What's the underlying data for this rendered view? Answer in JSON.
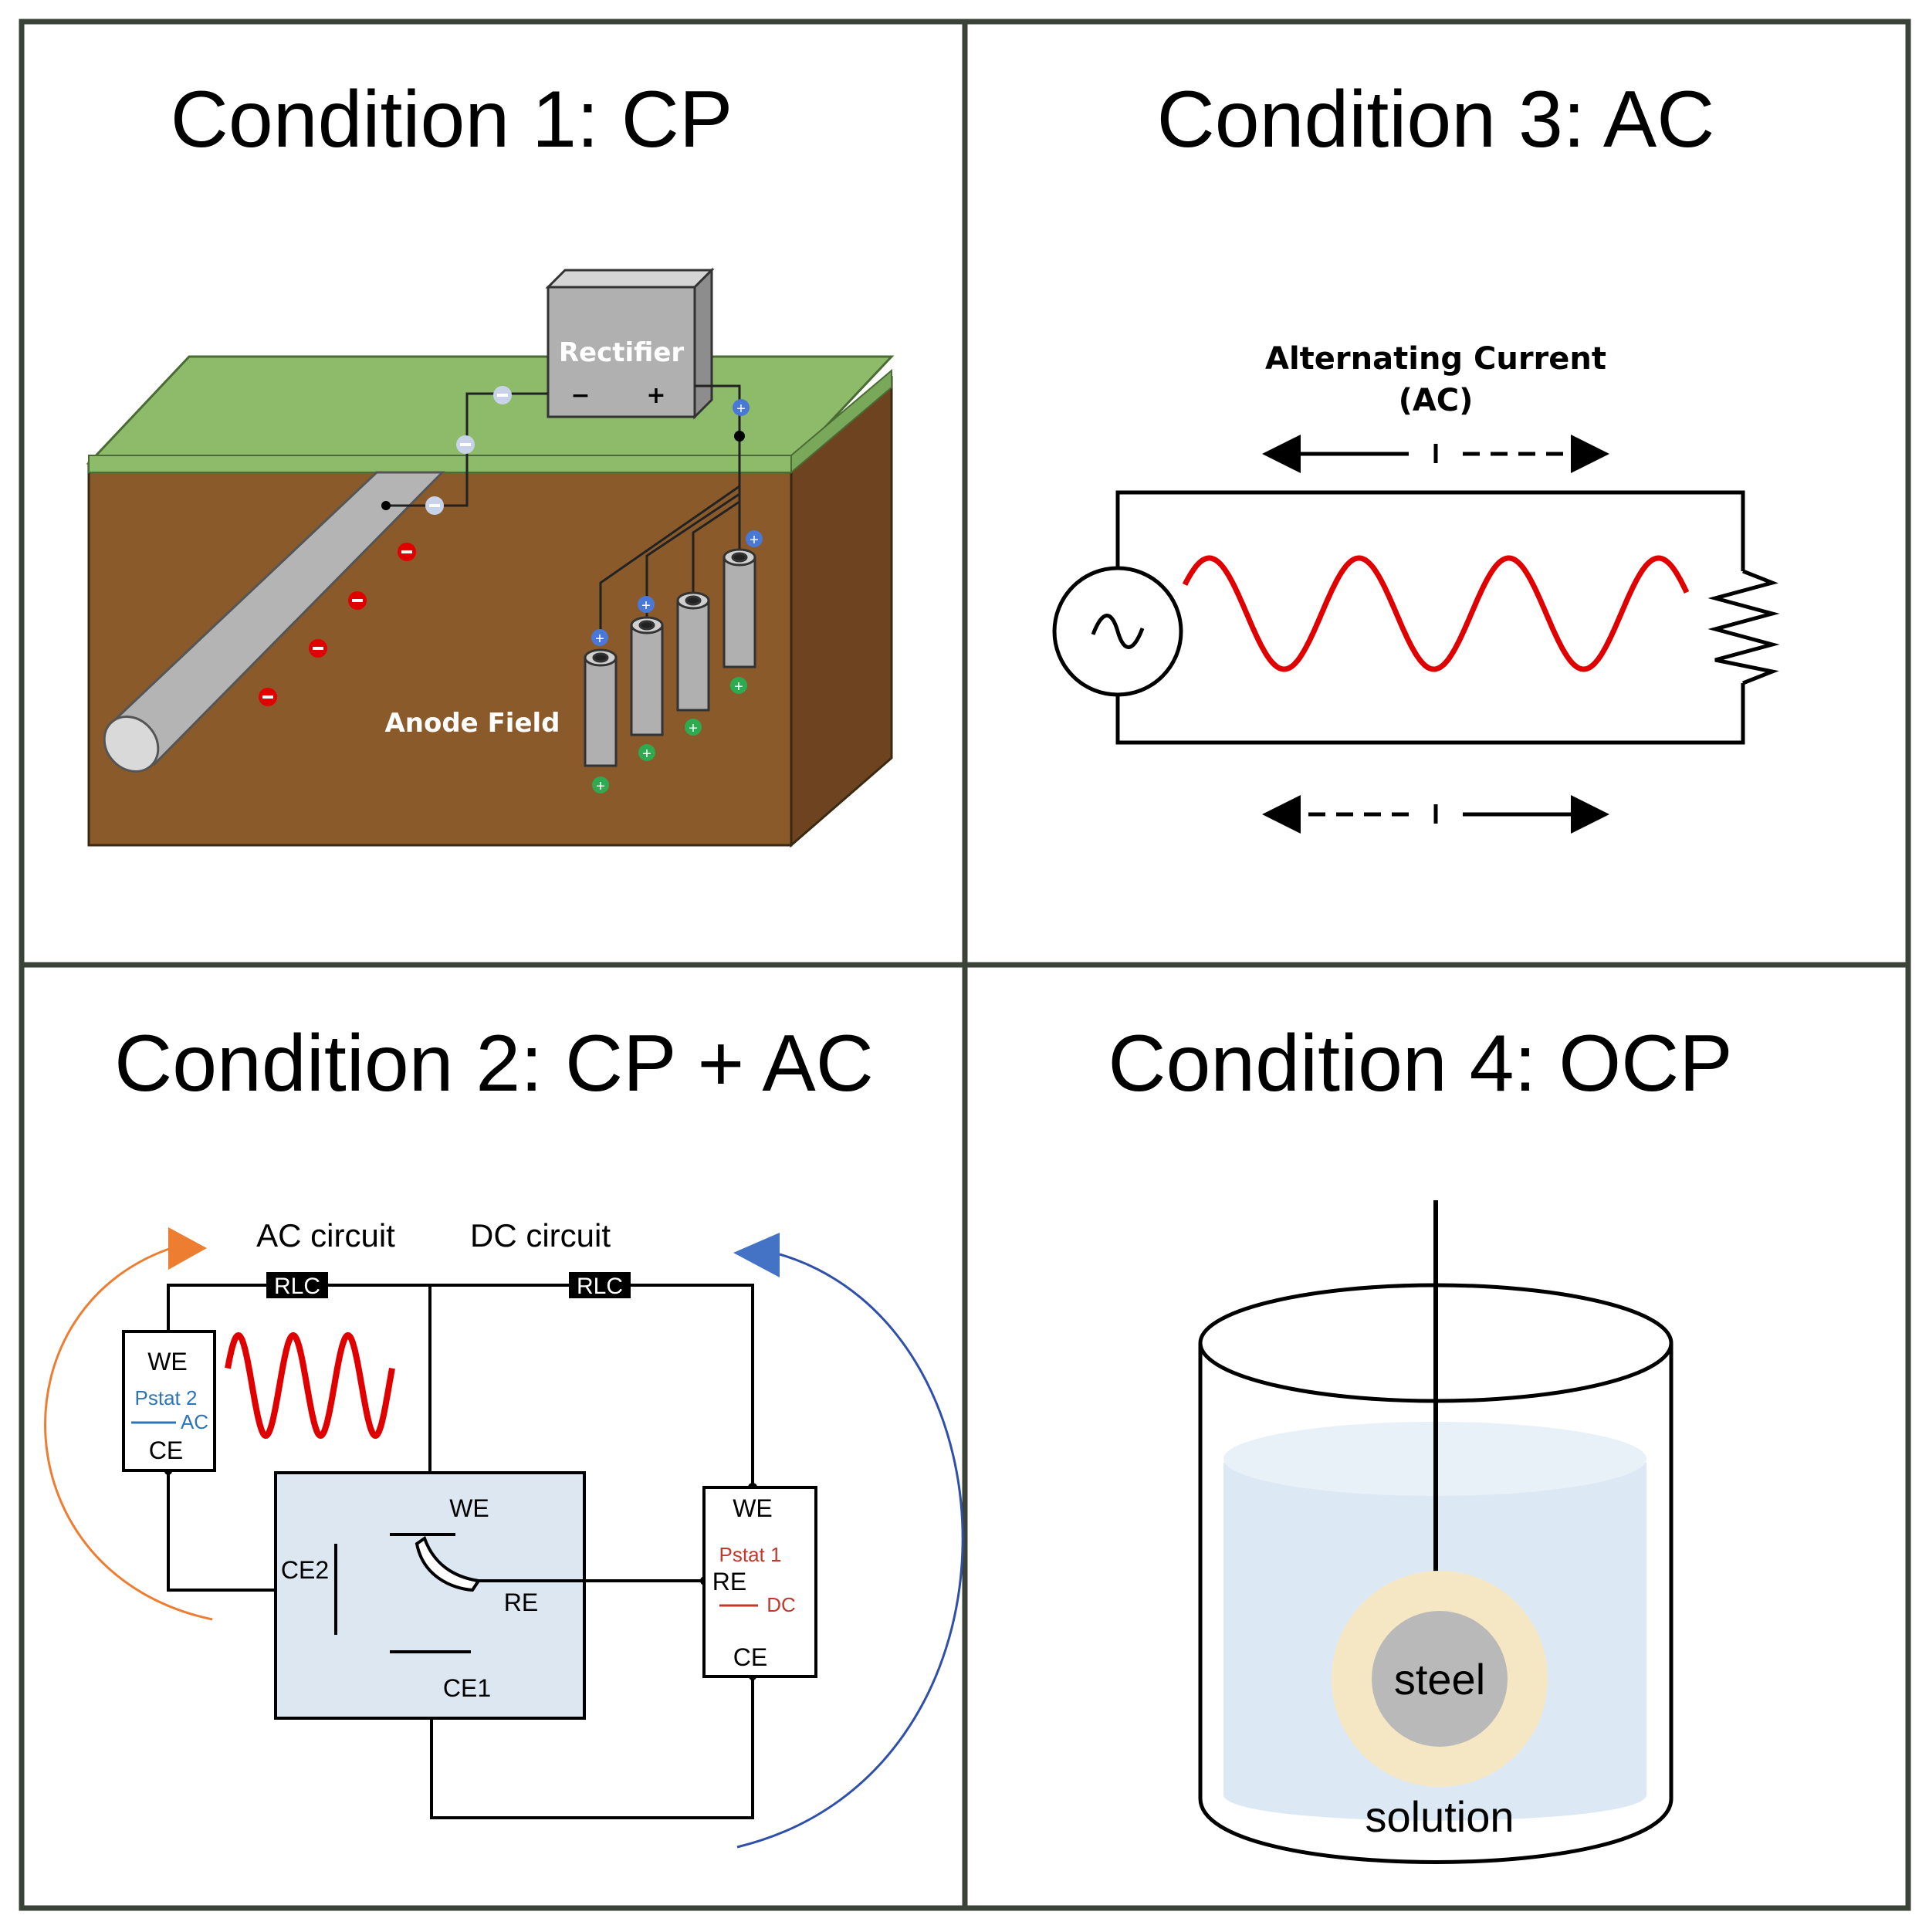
{
  "panels": {
    "p1": {
      "title": "Condition 1: CP",
      "rectifier_label": "Rectifier",
      "rectifier_minus": "−",
      "rectifier_plus": "+",
      "anode_label": "Anode Field",
      "colors": {
        "grass": "#8dbb6a",
        "soil": "#8b5a2b",
        "soil_side": "#6e4420",
        "pipe": "#b4b4b4"
      }
    },
    "p2": {
      "title": "Condition 2: CP + AC",
      "ac_circuit_label": "AC circuit",
      "dc_circuit_label": "DC circuit",
      "rlc_left": "RLC",
      "rlc_right": "RLC",
      "pstat2": {
        "we": "WE",
        "name": "Pstat 2",
        "mode": "AC",
        "ce": "CE"
      },
      "pstat1": {
        "we": "WE",
        "name": "Pstat 1",
        "re": "RE",
        "mode": "DC",
        "ce": "CE"
      },
      "cell": {
        "we": "WE",
        "re": "RE",
        "ce1": "CE1",
        "ce2": "CE2"
      },
      "colors": {
        "ac_arrow": "#ed7d31",
        "dc_arrow": "#4472c4",
        "wave": "#e00000",
        "cell_fill": "#dde7f2",
        "pstat1_text": "#c0392b",
        "pstat2_text": "#2e75b6"
      }
    },
    "p3": {
      "title": "Condition 3: AC",
      "caption_line1": "Alternating Current",
      "caption_line2": "(AC)",
      "colors": {
        "wave": "#e00000"
      }
    },
    "p4": {
      "title": "Condition 4: OCP",
      "steel_label": "steel",
      "solution_label": "solution",
      "colors": {
        "liquid": "#dce9f5",
        "ring": "#f5e6c4",
        "steel": "#b9b9b9"
      }
    }
  }
}
